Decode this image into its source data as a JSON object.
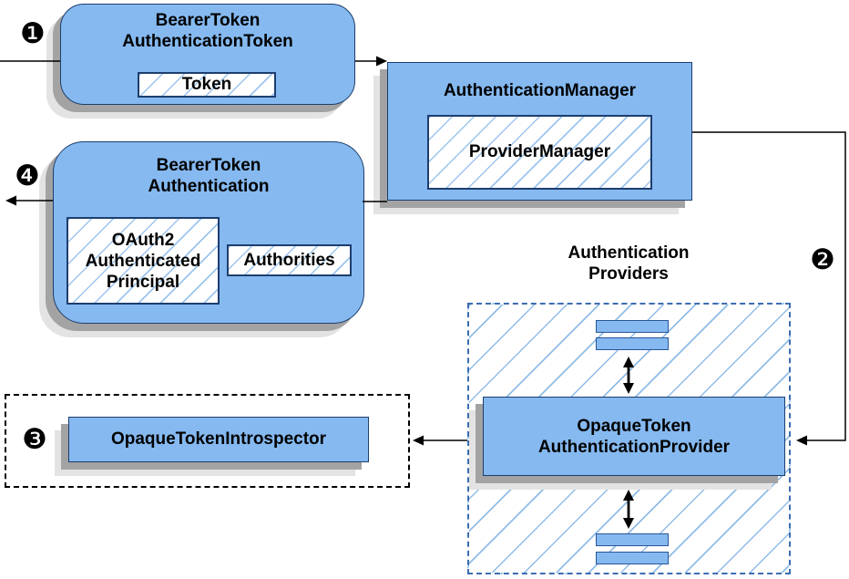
{
  "diagram": {
    "badges": {
      "step1": "❶",
      "step2": "❷",
      "step3": "❸",
      "step4": "❹"
    },
    "nodes": {
      "bearerTokenAuthenticationToken": {
        "line1": "BearerToken",
        "line2": "AuthenticationToken",
        "inner": "Token"
      },
      "authenticationManager": {
        "title": "AuthenticationManager",
        "inner": "ProviderManager"
      },
      "bearerTokenAuthentication": {
        "line1": "BearerToken",
        "line2": "Authentication",
        "principal": {
          "line1": "OAuth2",
          "line2": "Authenticated",
          "line3": "Principal"
        },
        "authorities": "Authorities"
      },
      "introspector": {
        "label": "OpaqueTokenIntrospector"
      },
      "providersGroup": {
        "line1": "Authentication",
        "line2": "Providers"
      },
      "opaqueTokenAuthenticationProvider": {
        "line1": "OpaqueToken",
        "line2": "AuthenticationProvider"
      }
    },
    "colors": {
      "box_fill": "#85b9f0",
      "box_border": "#1d3e6e",
      "hatch_line": "#9cc4ee",
      "group_dash_border": "#3b6db0",
      "shadow_dark": "#a3a3a3",
      "shadow_light": "#e3e3e3",
      "connector": "#000000"
    }
  }
}
